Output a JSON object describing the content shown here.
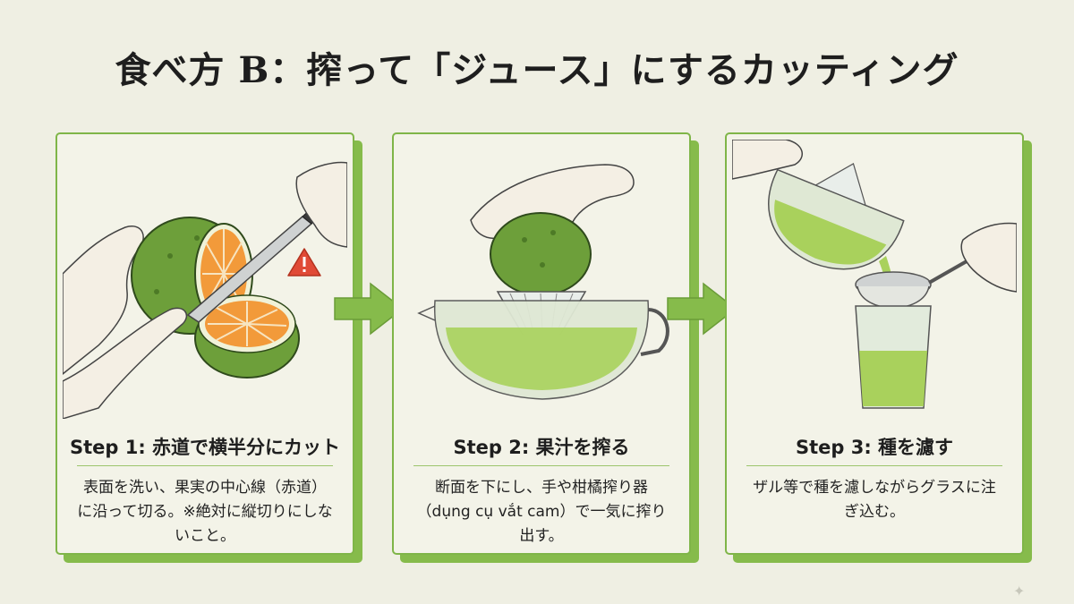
{
  "title": "食べ方 B：搾って「ジュース」にするカッティング",
  "steps": [
    {
      "title": "Step 1: 赤道で横半分にカット",
      "body": "表面を洗い、果実の中心線（赤道）に沿って切る。※絶対に縦切りにしないこと。",
      "icon": "warning-icon"
    },
    {
      "title": "Step 2: 果汁を搾る",
      "body": "断面を下にし、手や柑橘搾り器（dụng cụ vắt cam）で一気に搾り出す。"
    },
    {
      "title": "Step 3: 種を濾す",
      "body": "ザル等で種を濾しながらグラスに注ぎ込む。"
    }
  ],
  "colors": {
    "accent": "#86bb4b",
    "juice": "#a9d15c",
    "orange": "#f29a3a",
    "background": "#efefe3"
  }
}
